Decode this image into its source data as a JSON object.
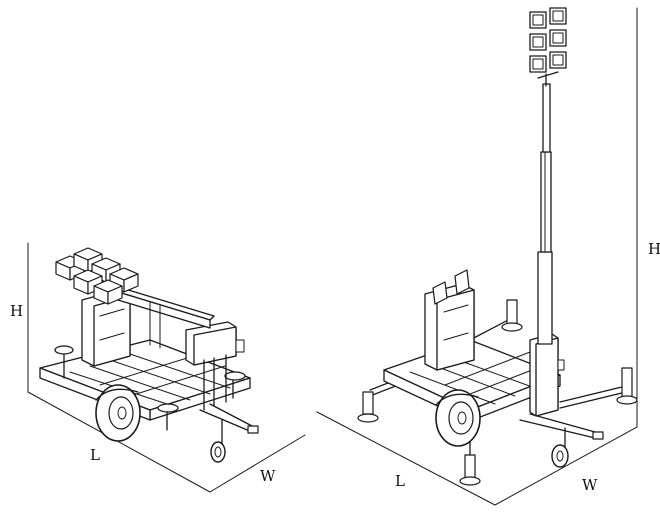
{
  "diagram": {
    "left_unit": {
      "state": "stowed",
      "labels": {
        "height": "H",
        "length": "L",
        "width": "W"
      }
    },
    "right_unit": {
      "state": "deployed",
      "labels": {
        "height": "H",
        "length": "L",
        "width": "W"
      }
    },
    "colors": {
      "line": "#1a1a1a",
      "background": "#ffffff"
    }
  }
}
